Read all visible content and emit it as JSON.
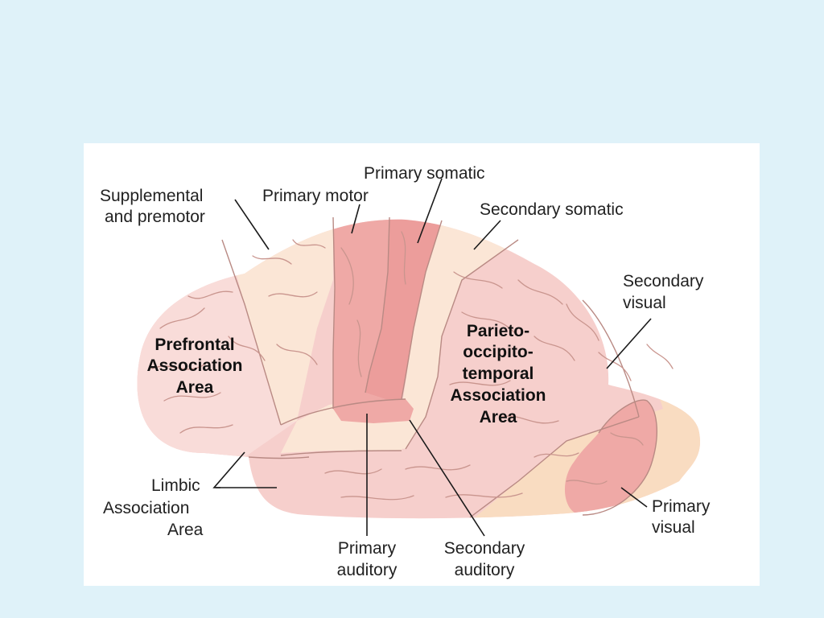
{
  "colors": {
    "background": "#dff2f9",
    "panel": "#ffffff",
    "association": "#f6cfcc",
    "prefrontal": "#f9dcd9",
    "secondary_area": "#fbe6d6",
    "primary_area": "#efa9a6",
    "visual_secondary": "#f9dcc1",
    "outline": "#b98a84",
    "text": "#222222"
  },
  "labels": {
    "primary_somatic": "Primary somatic",
    "primary_motor": "Primary motor",
    "supplemental_line1": "Supplemental",
    "supplemental_line2": "and premotor",
    "secondary_somatic": "Secondary somatic",
    "secondary_visual_line1": "Secondary",
    "secondary_visual_line2": "visual",
    "prefrontal_line1": "Prefrontal",
    "prefrontal_line2": "Association",
    "prefrontal_line3": "Area",
    "parieto_line1": "Parieto-",
    "parieto_line2": "occipito-",
    "parieto_line3": "temporal",
    "parieto_line4": "Association",
    "parieto_line5": "Area",
    "limbic_line1": "Limbic",
    "limbic_line2": "Association",
    "limbic_line3": "Area",
    "primary_auditory_line1": "Primary",
    "primary_auditory_line2": "auditory",
    "secondary_auditory_line1": "Secondary",
    "secondary_auditory_line2": "auditory",
    "primary_visual_line1": "Primary",
    "primary_visual_line2": "visual"
  }
}
